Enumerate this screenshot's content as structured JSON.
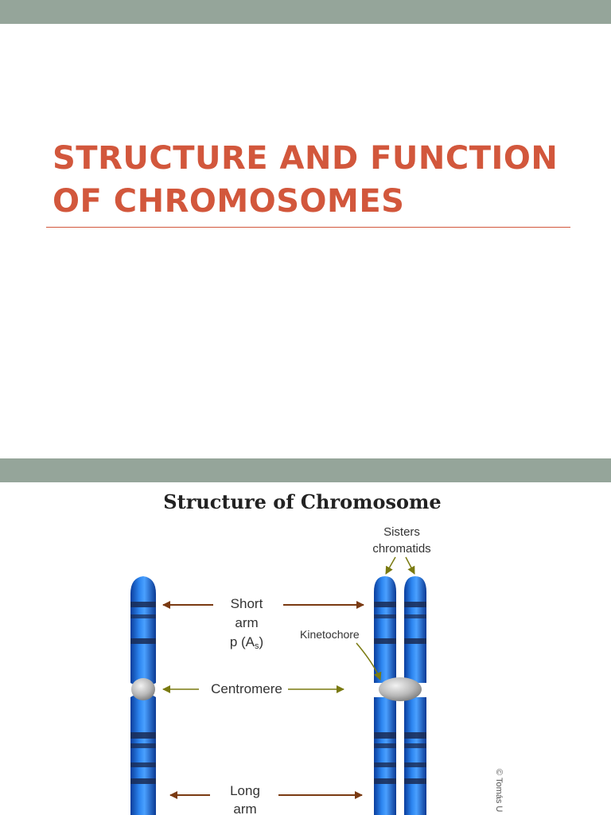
{
  "slide1": {
    "title_line1": "STRUCTURE AND FUNCTION",
    "title_line2": "OF CHROMOSOMES"
  },
  "slide2": {
    "diagram_title": "Structure of Chromosome",
    "labels": {
      "sisters_line1": "Sisters",
      "sisters_line2": "chromatids",
      "short_line1": "Short",
      "short_line2": "arm",
      "short_line3_prefix": "p (A",
      "short_line3_sub": "s",
      "short_line3_suffix": ")",
      "kinetochore": "Kinetochore",
      "centromere": "Centromere",
      "long_line1": "Long",
      "long_line2": "arm"
    },
    "copyright": "© Tomás U"
  },
  "colors": {
    "bar": "#95a59a",
    "title": "#d2573c",
    "brown_arrow": "#7a3a12",
    "olive_arrow": "#7a7a10",
    "chromosome_blue": "#1e6fd6",
    "band_dark": "#1a2a52"
  }
}
